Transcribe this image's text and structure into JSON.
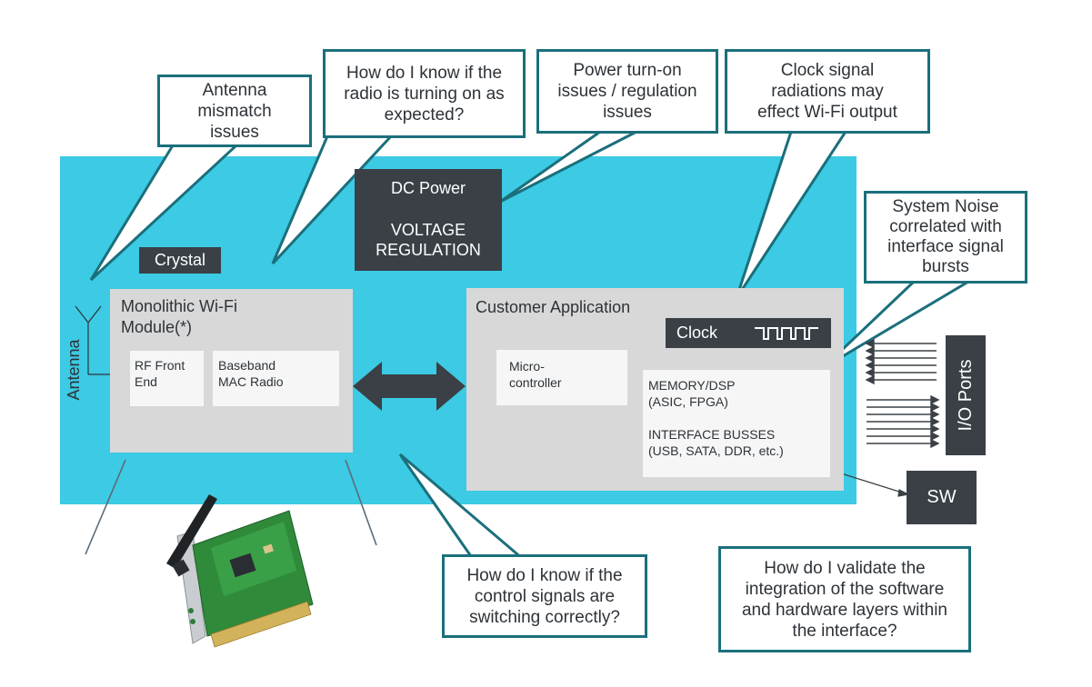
{
  "colors": {
    "board": "#3ccae4",
    "callout_border": "#1b6f7b",
    "dark_box": "#3a4046",
    "module_grey": "#d8d8d8",
    "inner_white": "#f6f6f6"
  },
  "callouts": {
    "antenna": "Antenna\nmismatch\nissues",
    "radio": "How do I know if the\nradio is turning on as\nexpected?",
    "power": "Power turn-on\nissues / regulation\nissues",
    "clock": "Clock signal\nradiations may\neffect Wi-Fi output",
    "noise": "System Noise\ncorrelated with\ninterface signal\nbursts",
    "control": "How do I know if the\ncontrol signals are\nswitching correctly?",
    "software": "How do I validate the\nintegration of the software\nand hardware layers within\nthe interface?"
  },
  "blocks": {
    "dc_power": "DC Power",
    "voltage_regulation": "VOLTAGE\nREGULATION",
    "crystal": "Crystal",
    "antenna": "Antenna",
    "wifi_module": "Monolithic Wi-Fi\nModule(*)",
    "rf_front_end": "RF Front\nEnd",
    "baseband": "Baseband\nMAC Radio",
    "customer_app": "Customer Application",
    "clock": "Clock",
    "clock_icon": "square-wave-icon",
    "microcontroller": "Micro-\ncontroller",
    "memory_dsp": "MEMORY/DSP\n(ASIC, FPGA)",
    "interface_busses": "INTERFACE BUSSES\n(USB, SATA, DDR, etc.)",
    "io_ports": "I/O Ports",
    "sw": "SW"
  },
  "images": {
    "wifi_card": "wifi-pci-card-photo"
  }
}
